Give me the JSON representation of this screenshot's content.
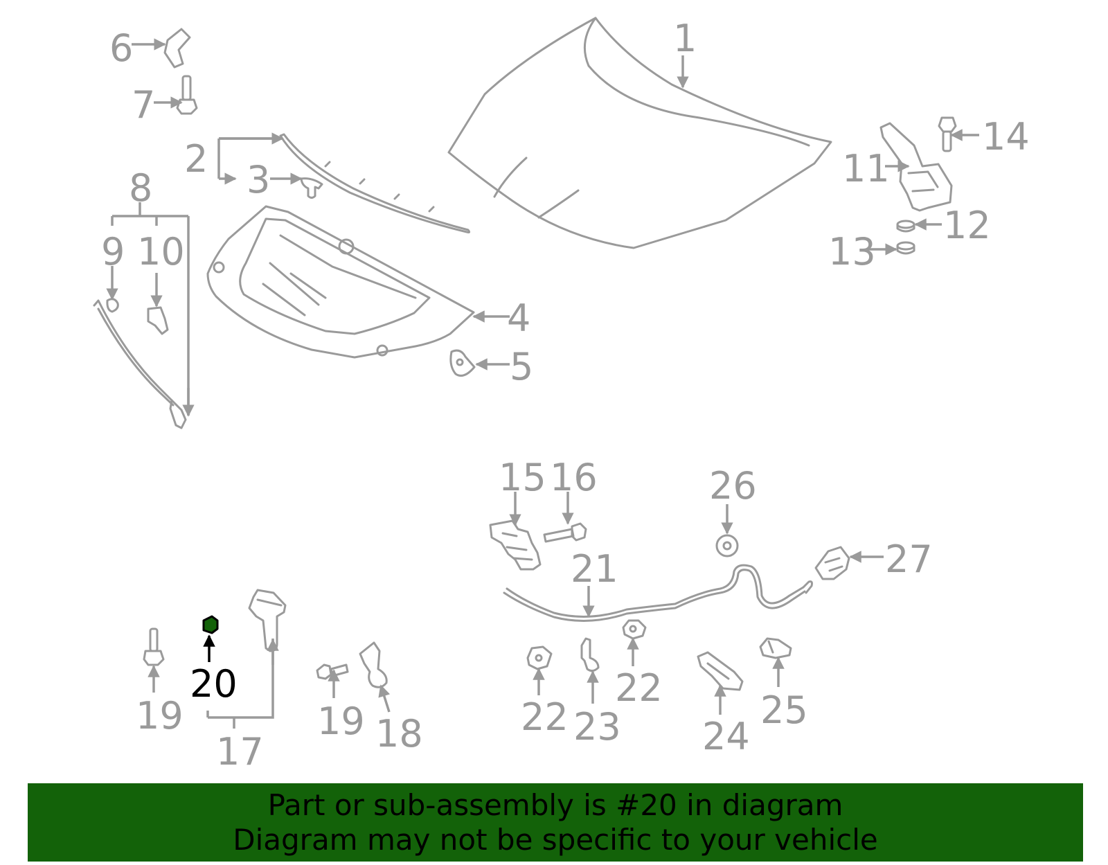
{
  "callouts": [
    "1",
    "2",
    "3",
    "4",
    "5",
    "6",
    "7",
    "8",
    "9",
    "10",
    "11",
    "12",
    "13",
    "14",
    "15",
    "16",
    "17",
    "18",
    "19",
    "19",
    "20",
    "21",
    "22",
    "22",
    "23",
    "24",
    "25",
    "26",
    "27"
  ],
  "highlighted_part": "20",
  "colors": {
    "line": "#9a9a9a",
    "highlight_fill": "#136209",
    "highlight_text": "#000000",
    "banner_bg": "#136209"
  },
  "banner": {
    "line1": "Part or sub-assembly is #20 in diagram",
    "line2": "Diagram may not be specific to your vehicle"
  }
}
